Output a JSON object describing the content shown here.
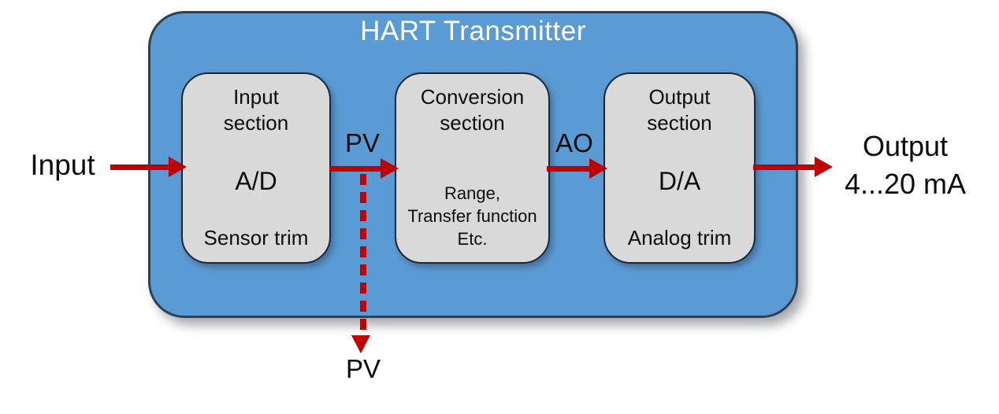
{
  "diagram": {
    "title": "HART Transmitter",
    "input_label": "Input",
    "output_label_line1": "Output",
    "output_label_line2": "4...20 mA",
    "signals": {
      "pv": "PV",
      "ao": "AO",
      "pv_bottom": "PV"
    },
    "blocks": [
      {
        "id": "input-section",
        "top": "Input\nsection",
        "middle": "A/D",
        "bottom": "Sensor trim"
      },
      {
        "id": "conversion-section",
        "top": "Conversion\nsection",
        "middle": "",
        "bottom": "Range,\nTransfer function\nEtc."
      },
      {
        "id": "output-section",
        "top": "Output\nsection",
        "middle": "D/A",
        "bottom": "Analog trim"
      }
    ],
    "colors": {
      "transmitter_fill": "#5b9bd5",
      "transmitter_border": "#31404f",
      "block_fill": "#d9d9d9",
      "block_border": "#1b2735",
      "arrow_red": "#c00000",
      "text_dark": "#0d0d0d",
      "title_white": "#ffffff"
    }
  }
}
